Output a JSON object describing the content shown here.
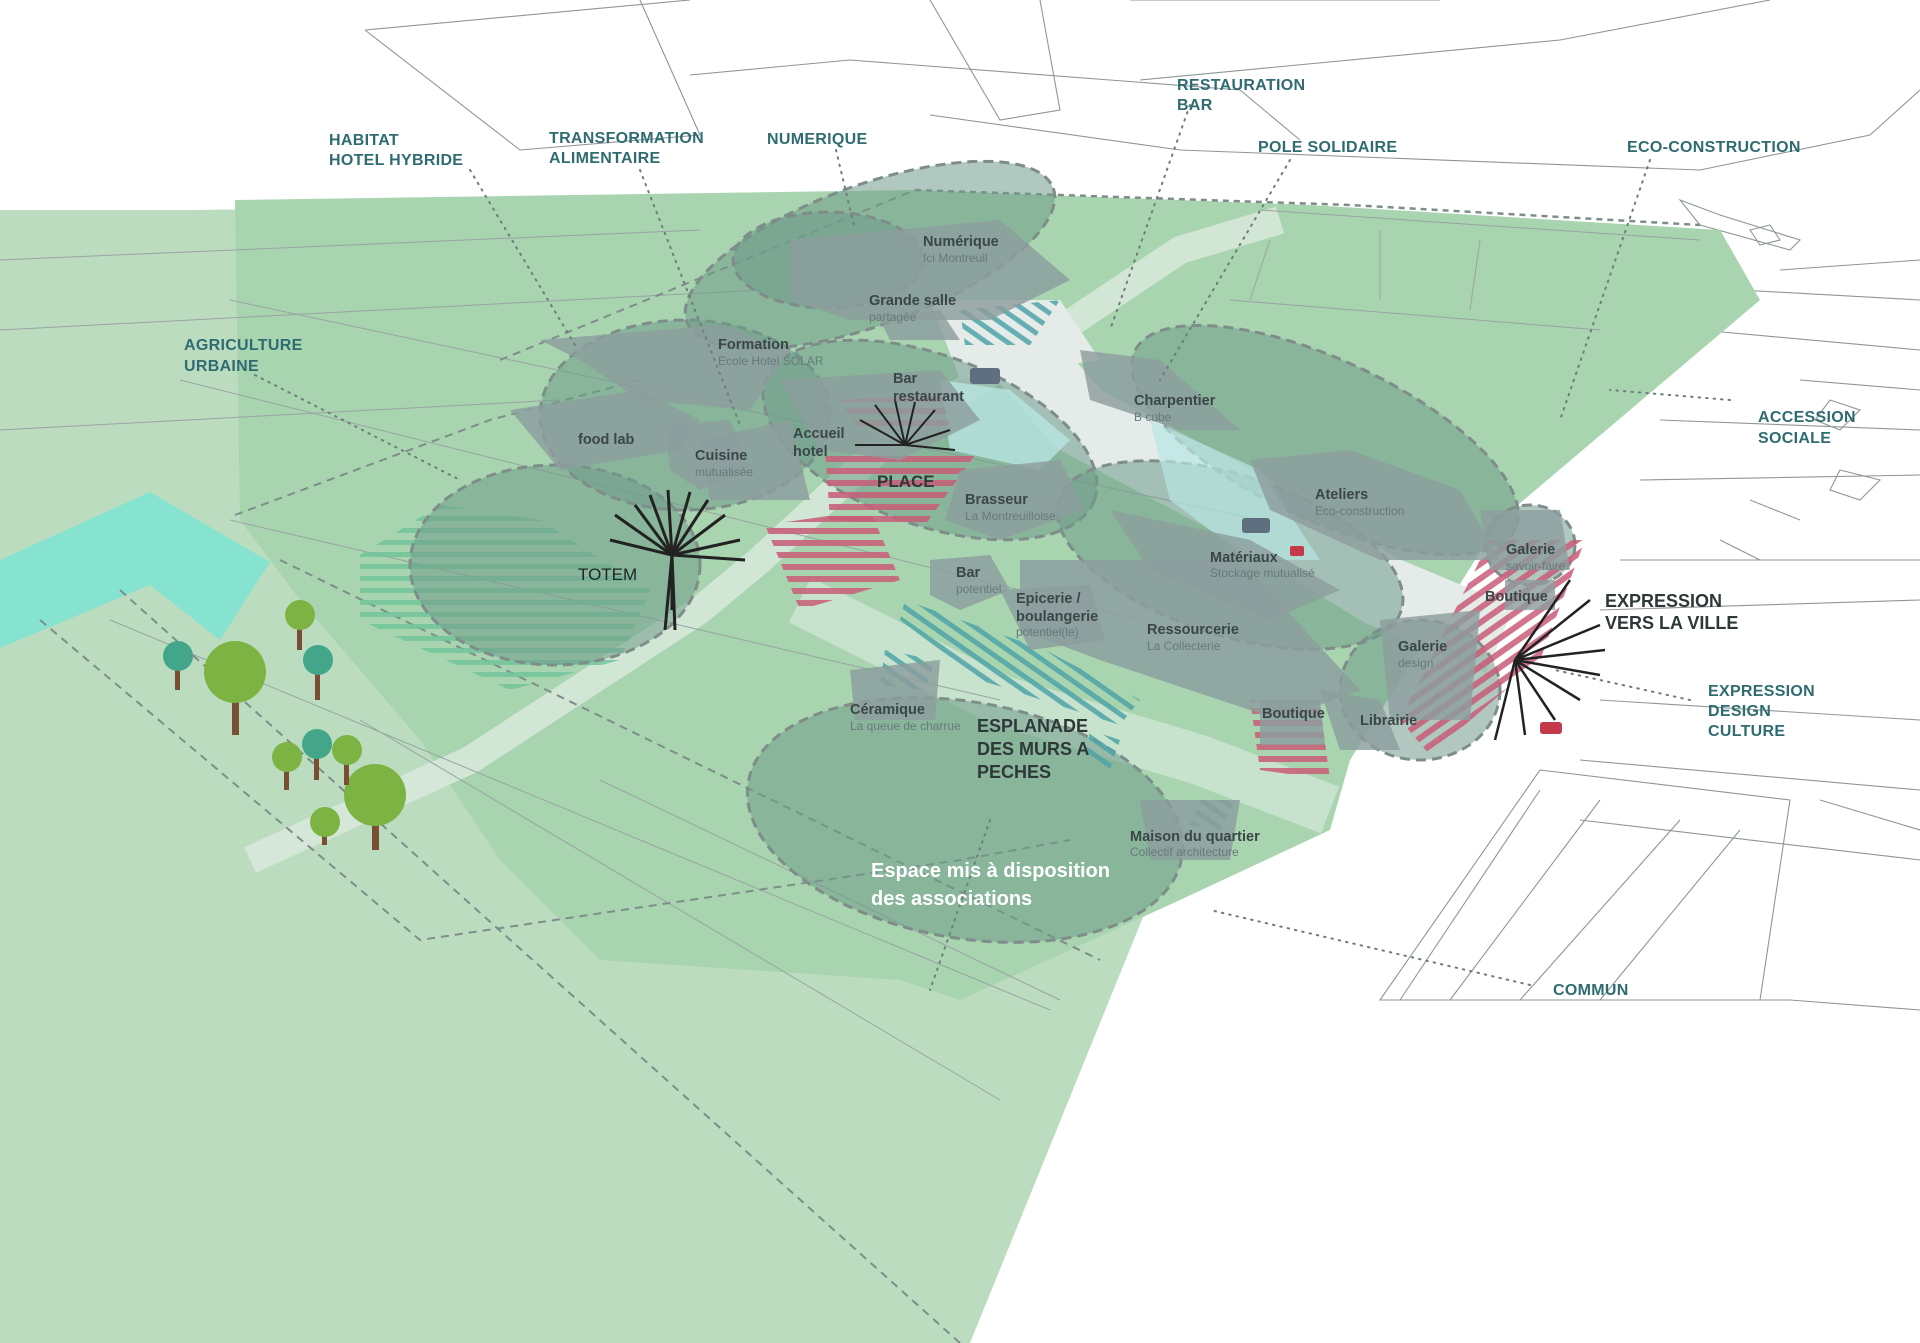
{
  "categories": {
    "habitat": [
      "HABITAT",
      "HOTEL HYBRIDE"
    ],
    "transformation": [
      "TRANSFORMATION",
      "ALIMENTAIRE"
    ],
    "numerique": [
      "NUMERIQUE"
    ],
    "restauration": [
      "RESTAURATION",
      "BAR"
    ],
    "pole_solidaire": [
      "POLE SOLIDAIRE"
    ],
    "eco_construction": [
      "ECO-CONSTRUCTION"
    ],
    "agriculture": [
      "AGRICULTURE",
      "URBAINE"
    ],
    "accession": [
      "ACCESSION",
      "SOCIALE"
    ],
    "expression_culture": [
      "EXPRESSION",
      "DESIGN",
      "CULTURE"
    ],
    "commun": [
      "COMMUN"
    ]
  },
  "buildings": {
    "numerique": {
      "name": "Numérique",
      "sub": "Ici Montreuil"
    },
    "grande_salle": {
      "name": "Grande salle",
      "sub": "partagée"
    },
    "formation": {
      "name": "Formation",
      "sub": "Ecole Hotel SOLAR"
    },
    "bar_restaurant": {
      "name1": "Bar",
      "name2": "restaurant"
    },
    "food_lab": {
      "name": "food lab"
    },
    "cuisine": {
      "name": "Cuisine",
      "sub": "mutualisée"
    },
    "accueil": {
      "name1": "Accueil",
      "name2": "hotel"
    },
    "charpentier": {
      "name": "Charpentier",
      "sub": "B cube"
    },
    "ateliers": {
      "name": "Ateliers",
      "sub": "Eco-construction"
    },
    "brasseur": {
      "name": "Brasseur",
      "sub": "La Montreuilloise"
    },
    "materiaux": {
      "name": "Matériaux",
      "sub": "Stockage mutualisé"
    },
    "galerie_savoir": {
      "name": "Galerie",
      "sub": "savoir-faire"
    },
    "boutique_right": {
      "name": "Boutique"
    },
    "bar_potentiel": {
      "name": "Bar",
      "sub": "potentiel"
    },
    "epicerie": {
      "name1": "Epicerie /",
      "name2": "boulangerie",
      "sub": "potentiel(le)"
    },
    "ressourcerie": {
      "name": "Ressourcerie",
      "sub": "La Collecterie"
    },
    "galerie_design": {
      "name": "Galerie",
      "sub": "design"
    },
    "boutique": {
      "name": "Boutique"
    },
    "librairie": {
      "name": "Librairie"
    },
    "ceramique": {
      "name": "Céramique",
      "sub": "La queue de charrue"
    },
    "maison_quartier": {
      "name": "Maison du quartier",
      "sub": "Collectif architecture"
    }
  },
  "features": {
    "totem": "TOTEM",
    "place": "PLACE",
    "esplanade": [
      "ESPLANADE",
      "DES MURS A",
      "PECHES"
    ],
    "expression_ville": [
      "EXPRESSION",
      "VERS LA VILLE"
    ],
    "associations": [
      "Espace mis à disposition",
      "des associations"
    ]
  },
  "colors": {
    "grass": "#bcdcc0",
    "site": "#a8d4b0",
    "water": "#86e3cf",
    "zone": "#6f9b8a",
    "building": "#8c9e9e",
    "hatch_red": "#c95c78",
    "hatch_teal": "#4fa3a7",
    "label": "#2f6c71"
  }
}
